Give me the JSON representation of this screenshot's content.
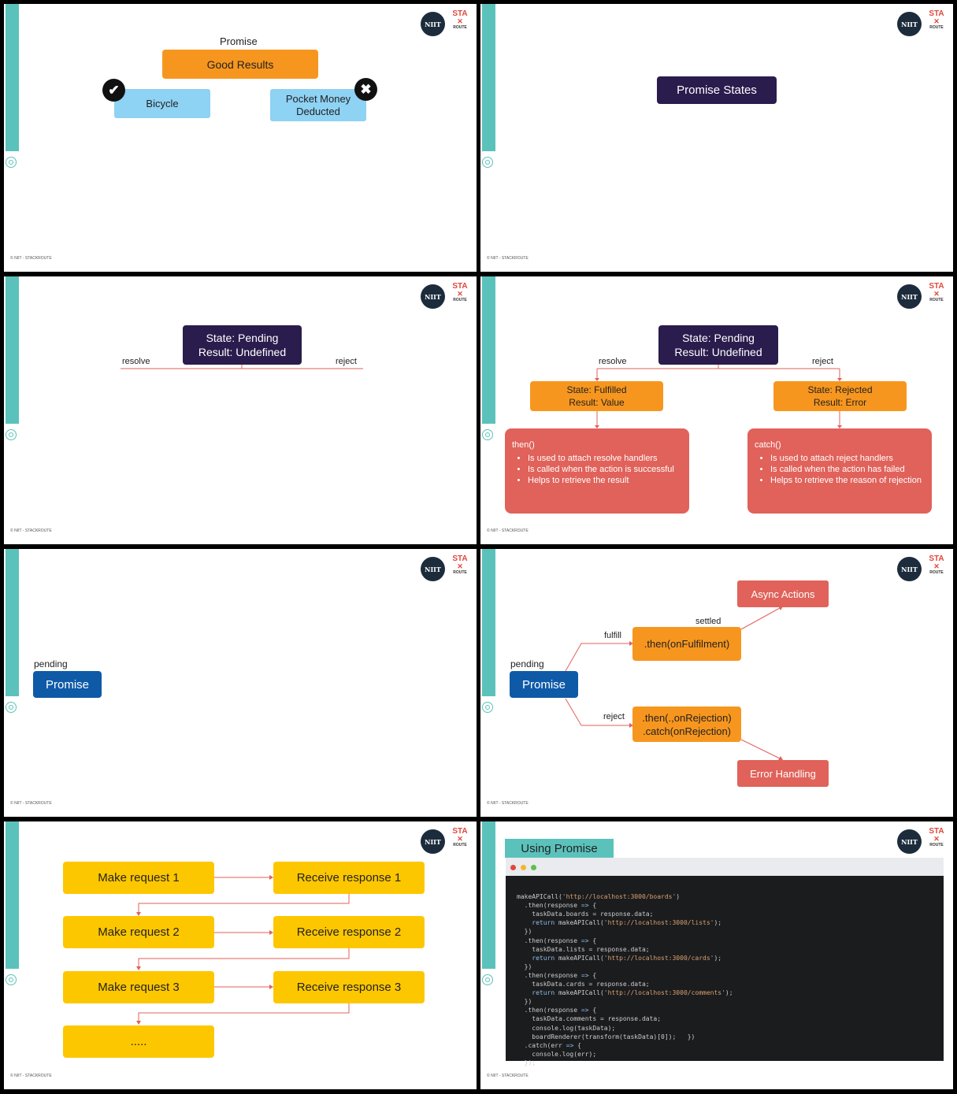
{
  "footer": "© NIIT - STACKROUTE",
  "logo": {
    "niit": "NIIT",
    "sta": "STA",
    "route": "ROUTE"
  },
  "slide1": {
    "caption": "Promise",
    "good_results": "Good Results",
    "bicycle": "Bicycle",
    "pocket_money": "Pocket Money Deducted"
  },
  "slide2": {
    "title": "Promise States"
  },
  "slide3": {
    "state": "State: Pending",
    "result": "Result: Undefined",
    "resolve": "resolve",
    "reject": "reject"
  },
  "slide4": {
    "state": "State: Pending",
    "result": "Result: Undefined",
    "resolve": "resolve",
    "reject": "reject",
    "fulfilled_state": "State: Fulfilled",
    "fulfilled_result": "Result: Value",
    "rejected_state": "State: Rejected",
    "rejected_result": "Result: Error",
    "then_title": "then()",
    "then_items": [
      "Is used to attach resolve handlers",
      "Is called when the action is successful",
      "Helps to retrieve the result"
    ],
    "catch_title": "catch()",
    "catch_items": [
      "Is used to attach reject handlers",
      "Is called when the action has failed",
      "Helps to retrieve the reason of rejection"
    ]
  },
  "slide5": {
    "pending": "pending",
    "promise": "Promise"
  },
  "slide6": {
    "pending": "pending",
    "promise": "Promise",
    "fulfill": "fulfill",
    "reject": "reject",
    "settled": "settled",
    "then_fulfilment": ".then(onFulfilment)",
    "then_rejection": ".then(.,onRejection)",
    "catch_rejection": ".catch(onRejection)",
    "async_actions": "Async Actions",
    "error_handling": "Error Handling"
  },
  "slide7": {
    "requests": [
      "Make request 1",
      "Make request 2",
      "Make request 3"
    ],
    "responses": [
      "Receive response 1",
      "Receive response 2",
      "Receive response 3"
    ],
    "ellipsis": "....."
  },
  "slide8": {
    "title": "Using Promise",
    "dot_colors": [
      "#e0483c",
      "#f5b52e",
      "#5fbf4a"
    ],
    "code_lines": [
      "makeAPICall('http://localhost:3000/boards')",
      "  .then(response => {",
      "    taskData.boards = response.data;",
      "    return makeAPICall('http://localhost:3000/lists');",
      "  })",
      "  .then(response => {",
      "    taskData.lists = response.data;",
      "    return makeAPICall('http://localhost:3000/cards');",
      "  })",
      "  .then(response => {",
      "    taskData.cards = response.data;",
      "    return makeAPICall('http://localhost:3000/comments');",
      "  })",
      "  .then(response => {",
      "    taskData.comments = response.data;",
      "    console.log(taskData);",
      "    boardRenderer(transform(taskData)[0]);   })",
      "  .catch(err => {",
      "    console.log(err);",
      "  });"
    ]
  }
}
